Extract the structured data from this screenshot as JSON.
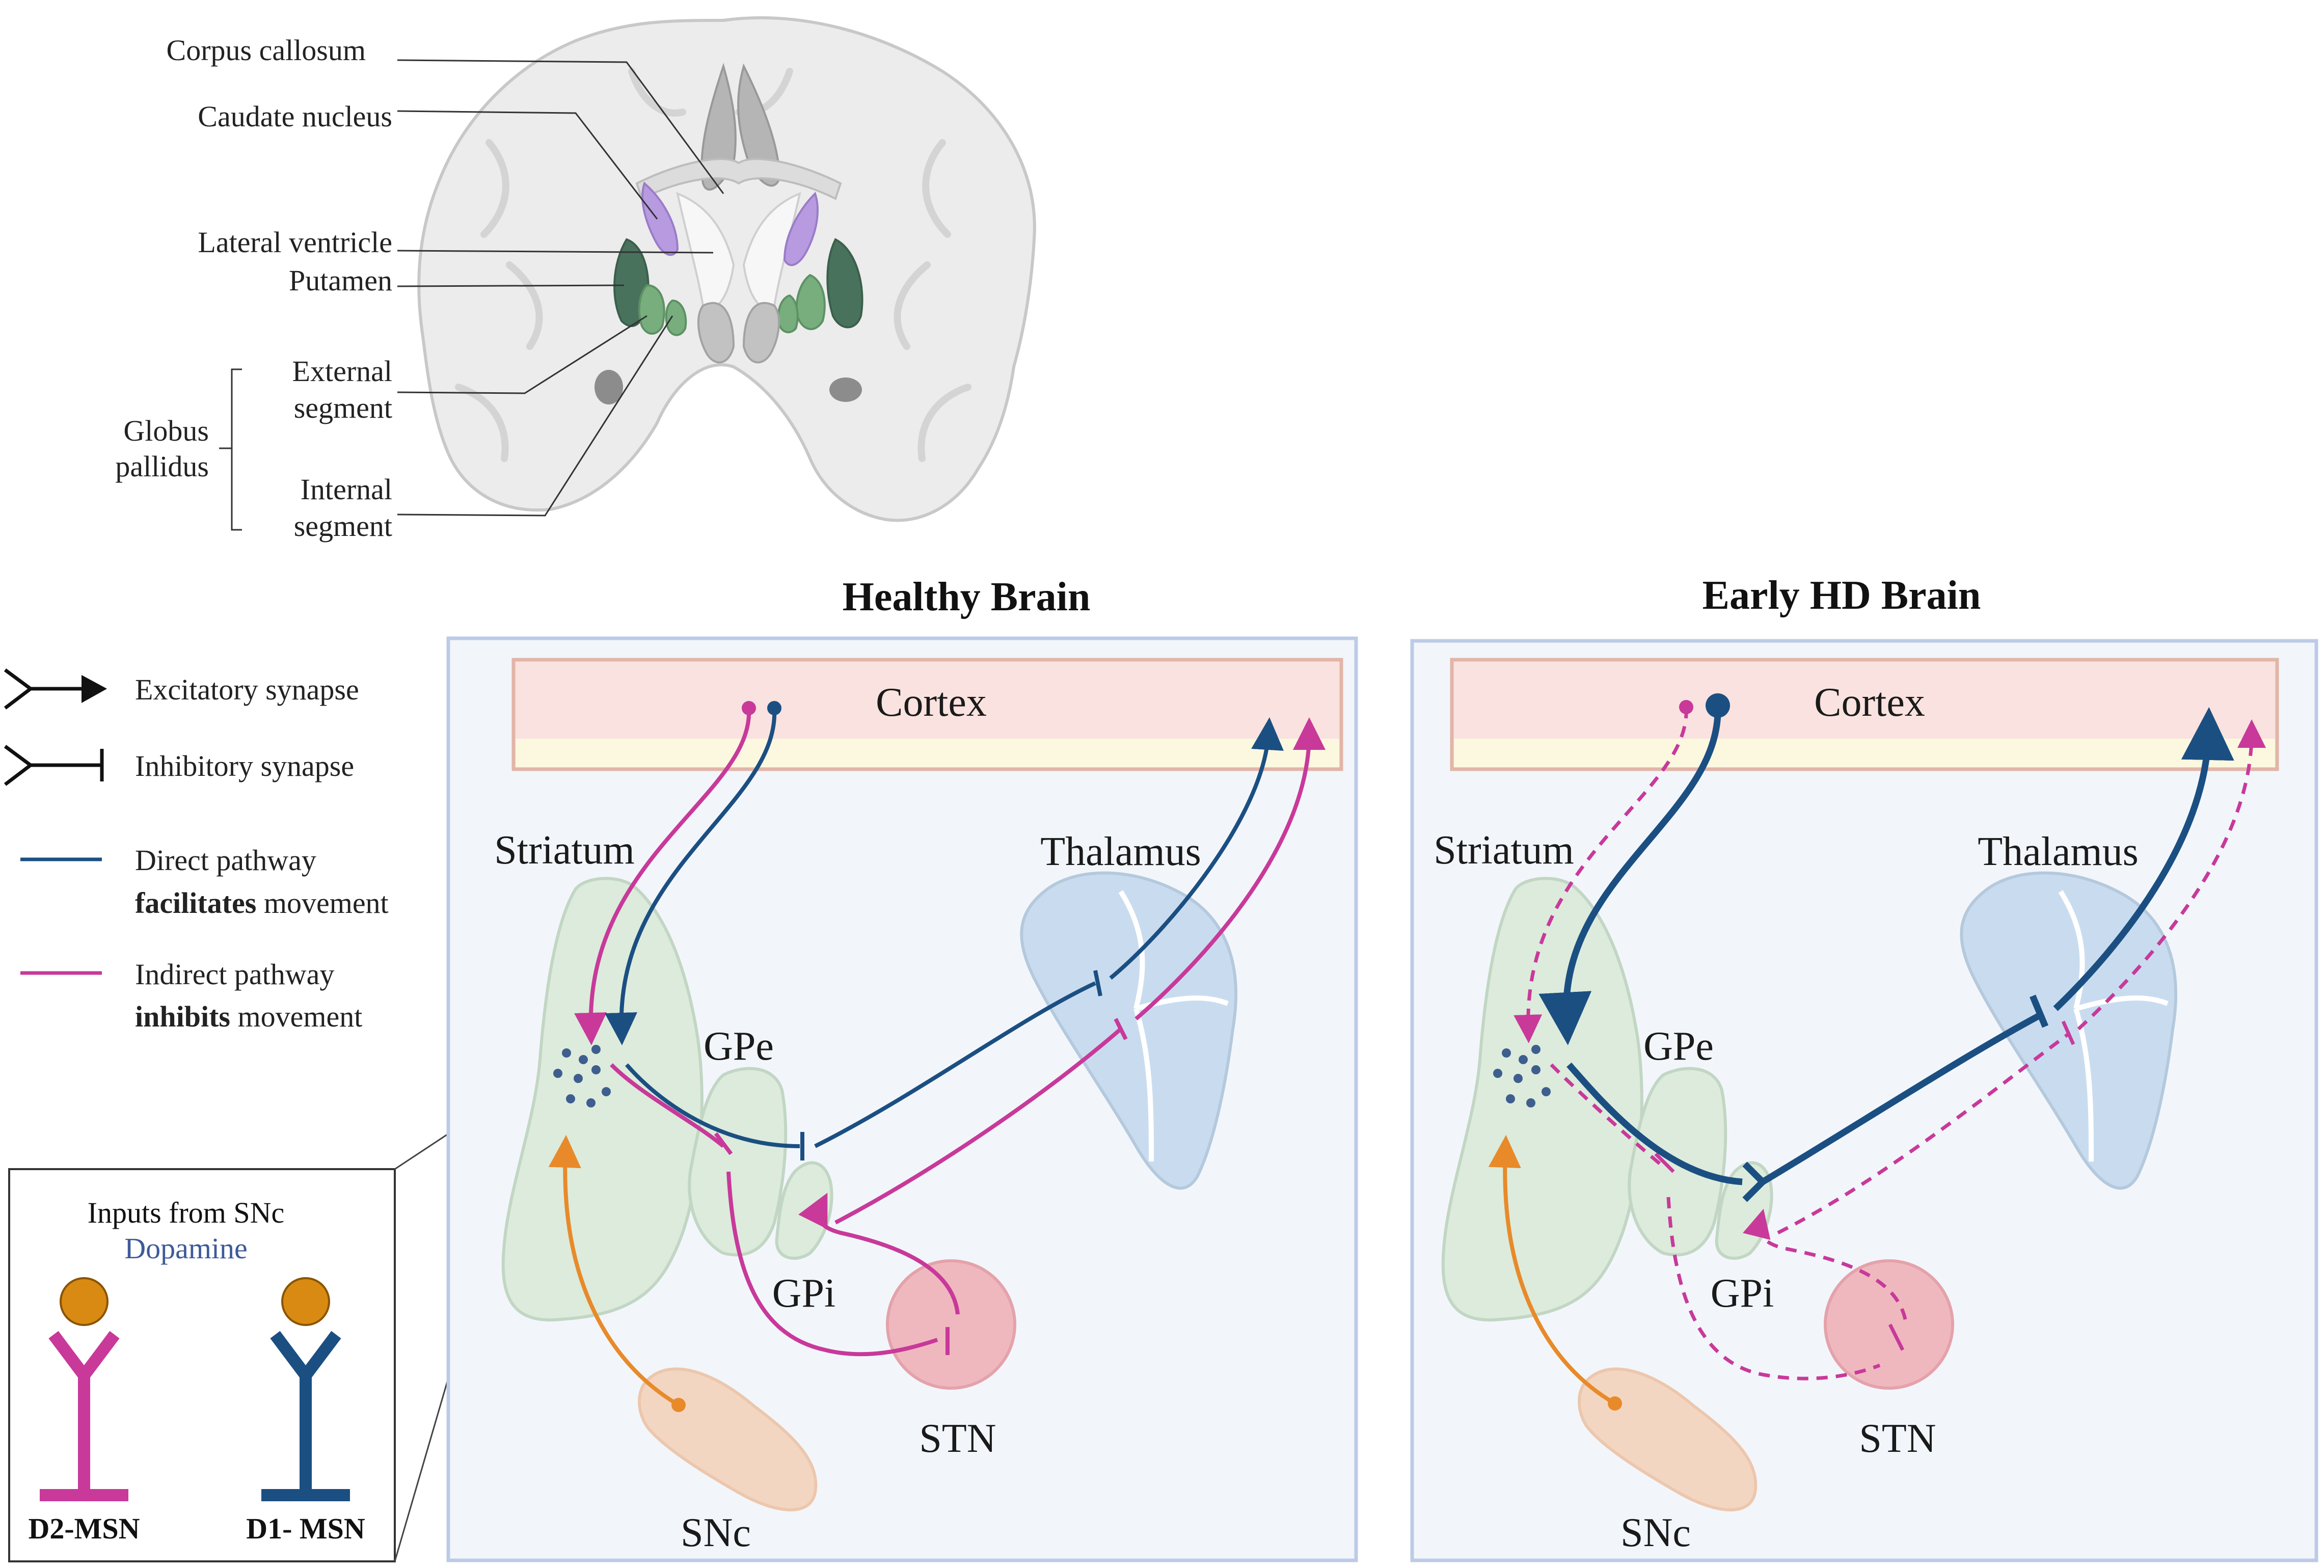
{
  "brain_labels": {
    "corpus_callosum": "Corpus callosum",
    "caudate_nucleus": "Caudate nucleus",
    "lateral_ventricle": "Lateral ventricle",
    "putamen": "Putamen",
    "external_segment_1": "External",
    "external_segment_2": "segment",
    "internal_segment_1": "Internal",
    "internal_segment_2": "segment",
    "globus_1": "Globus",
    "globus_2": "pallidus"
  },
  "legend": {
    "excitatory": "Excitatory synapse",
    "inhibitory": "Inhibitory synapse",
    "direct_1": "Direct pathway",
    "direct_bold": "facilitates",
    "direct_rest": " movement",
    "indirect_1": "Indirect pathway",
    "indirect_bold": "inhibits",
    "indirect_rest": " movement"
  },
  "inset": {
    "title": "Inputs from SNc",
    "subtitle": "Dopamine",
    "d2": "D2-MSN",
    "d1": "D1- MSN"
  },
  "panels": {
    "healthy": {
      "title": "Healthy Brain",
      "cortex": "Cortex",
      "striatum": "Striatum",
      "thalamus": "Thalamus",
      "gpe": "GPe",
      "gpi": "GPi",
      "stn": "STN",
      "snc": "SNc"
    },
    "hd": {
      "title": "Early HD Brain",
      "cortex": "Cortex",
      "striatum": "Striatum",
      "thalamus": "Thalamus",
      "gpe": "GPe",
      "gpi": "GPi",
      "stn": "STN",
      "snc": "SNc"
    }
  },
  "colors": {
    "direct": "#1b4f82",
    "indirect": "#c8399a",
    "dopamine": "#e88a2a",
    "striatum_fill": "#dcebdc",
    "thalamus_fill": "#c9dcef",
    "stn_fill": "#efb8bf",
    "snc_fill": "#f3d6c2",
    "cortex_fill": "#f9e2df",
    "panel_fill": "#f2f6fb",
    "panel_border": "#bccbe6"
  }
}
